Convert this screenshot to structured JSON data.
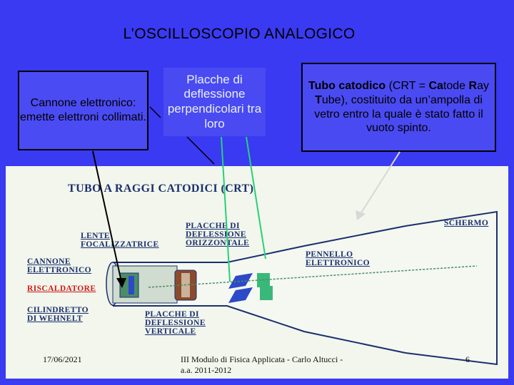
{
  "slide": {
    "title": "L’OSCILLOSCOPIO ANALOGICO"
  },
  "callouts": {
    "cannone": "Cannone elettronico: emette elettroni collimati.",
    "placche": "Placche di deflessione perpendicolari tra loro",
    "tubo_bold1": "Tubo catodico",
    "tubo_text1": " (CRT = ",
    "tubo_bold2": "Ca",
    "tubo_text2": "tode ",
    "tubo_bold3": "R",
    "tubo_text3": "ay ",
    "tubo_bold4": "T",
    "tubo_text4": "ube), costituito da un’ampolla di vetro entro la quale è stato fatto il vuoto spinto."
  },
  "diagram": {
    "title": "TUBO A RAGGI CATODICI   (CRT)",
    "labels": {
      "lente": "LENTE\nFOCALIZZATRICE",
      "placche_orizz": "PLACCHE DI\nDEFLESSIONE\nORIZZONTALE",
      "schermo": "SCHERMO",
      "pennello": "PENNELLO\nELETTRONICO",
      "cannone": "CANNONE\nELETTRONICO",
      "riscaldatore": "RISCALDATORE",
      "cilindretto": "CILINDRETTO\nDI WEHNELT",
      "placche_vert": "PLACCHE DI\nDEFLESSIONE\nVERTICALE"
    },
    "colors": {
      "tube_outline": "#1b2f6e",
      "riscaldatore_label": "#d01818",
      "plate_blue": "#2b49c8",
      "plate_green": "#3ab87a"
    }
  },
  "footer": {
    "date": "17/06/2021",
    "course": "III Modulo di Fisica Applicata - Carlo Altucci - a.a. 2011-2012",
    "page": "6"
  }
}
